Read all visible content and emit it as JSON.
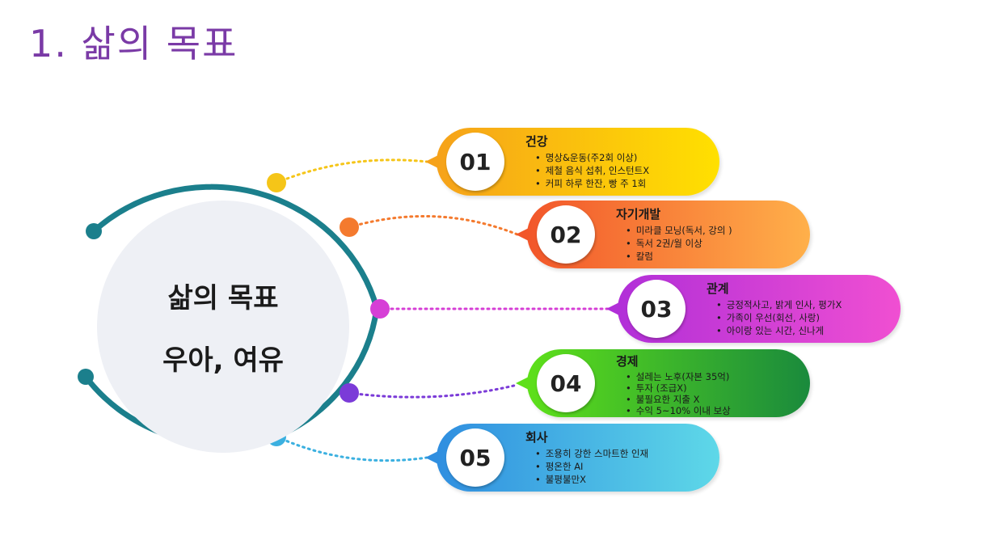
{
  "page_title": "1. 삶의 목표",
  "center": {
    "line1": "삶의 목표",
    "line2": "우아, 여유"
  },
  "items": [
    {
      "number": "01",
      "title": "건강",
      "points": [
        "명상&운동(주2회 이상)",
        "제철 음식 섭취, 인스턴트X",
        "커피 하루 한잔, 빵 주 1회"
      ],
      "gradient": [
        "#f6a21a",
        "#ffe000"
      ],
      "dot": "#f5c518"
    },
    {
      "number": "02",
      "title": "자기개발",
      "points": [
        "미라클 모닝(독서, 강의 )",
        "독서 2권/월 이상",
        "칼럼"
      ],
      "gradient": [
        "#f2562a",
        "#ffb04a"
      ],
      "dot": "#f47a2e"
    },
    {
      "number": "03",
      "title": "관계",
      "points": [
        "긍정적사고, 밝게 인사, 평가X",
        "가족이 우선(회선, 사랑)",
        "아이랑 있는 시간, 신나게"
      ],
      "gradient": [
        "#b12fd8",
        "#f04fd2"
      ],
      "dot": "#d63fd6"
    },
    {
      "number": "04",
      "title": "경제",
      "points": [
        "설레는 노후(자본 35억)",
        "투자 (조급X)",
        "불필요한 지출 X",
        "수익 5~10% 이내 보상"
      ],
      "gradient": [
        "#5ee01a",
        "#1a8a3c"
      ],
      "dot": "#7b3bd8"
    },
    {
      "number": "05",
      "title": "회사",
      "points": [
        "조용히 강한 스마트한 인재",
        "평온한 AI",
        "불평불만X"
      ],
      "gradient": [
        "#2f8ee0",
        "#5ed8e8"
      ],
      "dot": "#3bb0e0"
    }
  ],
  "colors": {
    "ring": "#1b7f8c",
    "title": "#7a3aa6"
  }
}
